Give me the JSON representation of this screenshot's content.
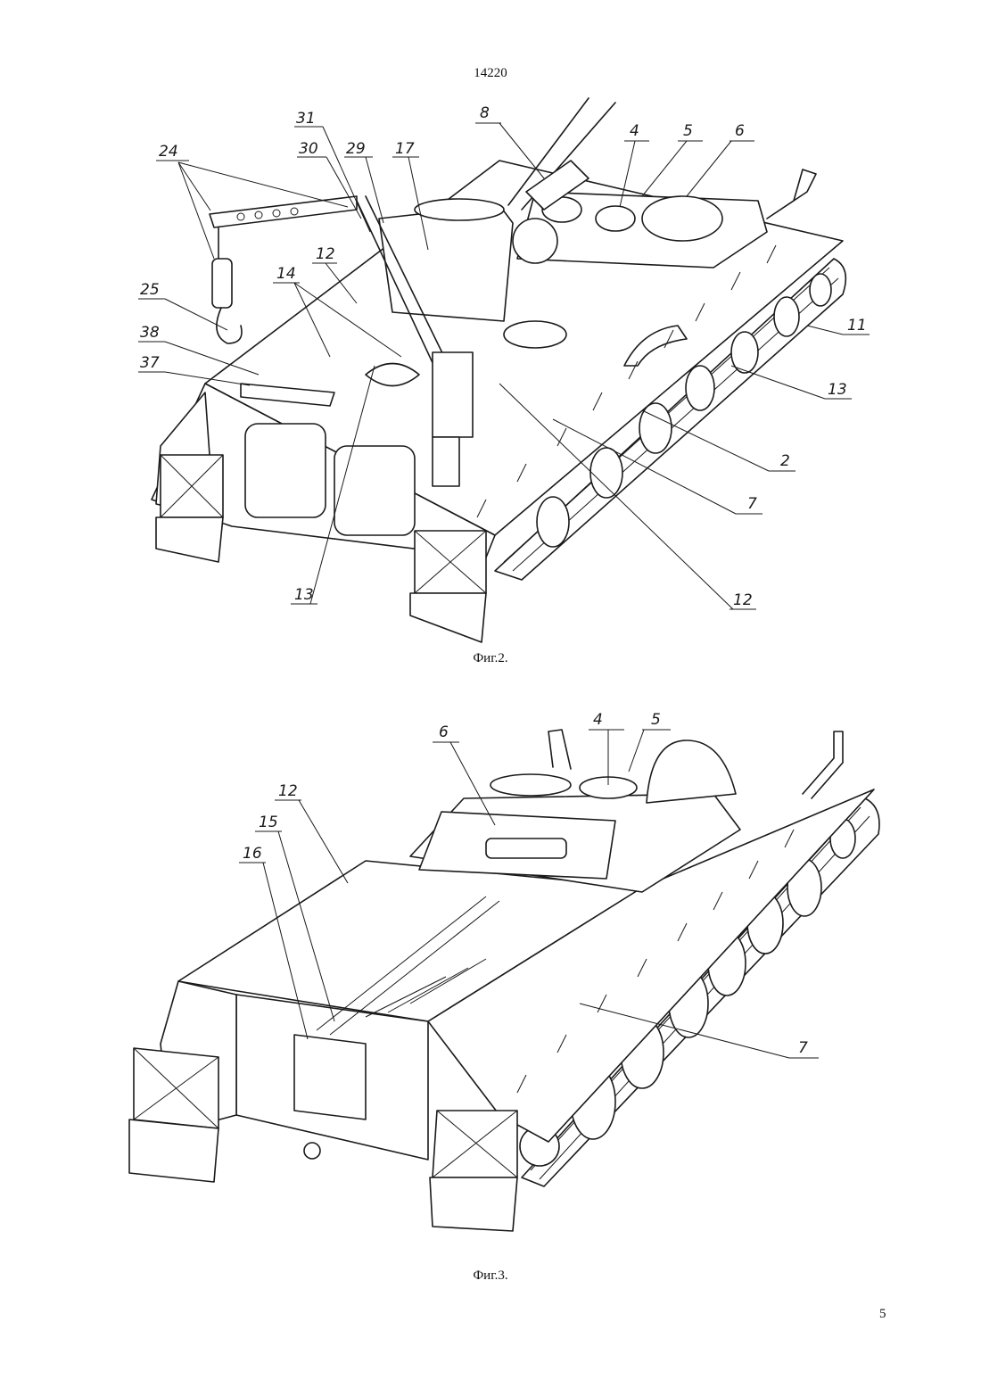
{
  "header": {
    "doc_number": "14220"
  },
  "figure2": {
    "caption": "Фиг.2.",
    "labels": [
      "24",
      "31",
      "30",
      "29",
      "17",
      "8",
      "4",
      "5",
      "6",
      "12",
      "14",
      "25",
      "38",
      "37",
      "11",
      "13",
      "2",
      "7",
      "13",
      "12"
    ]
  },
  "figure3": {
    "caption": "Фиг.3.",
    "labels": [
      "6",
      "4",
      "5",
      "12",
      "15",
      "16",
      "7"
    ]
  },
  "footer": {
    "page_number": "5"
  }
}
